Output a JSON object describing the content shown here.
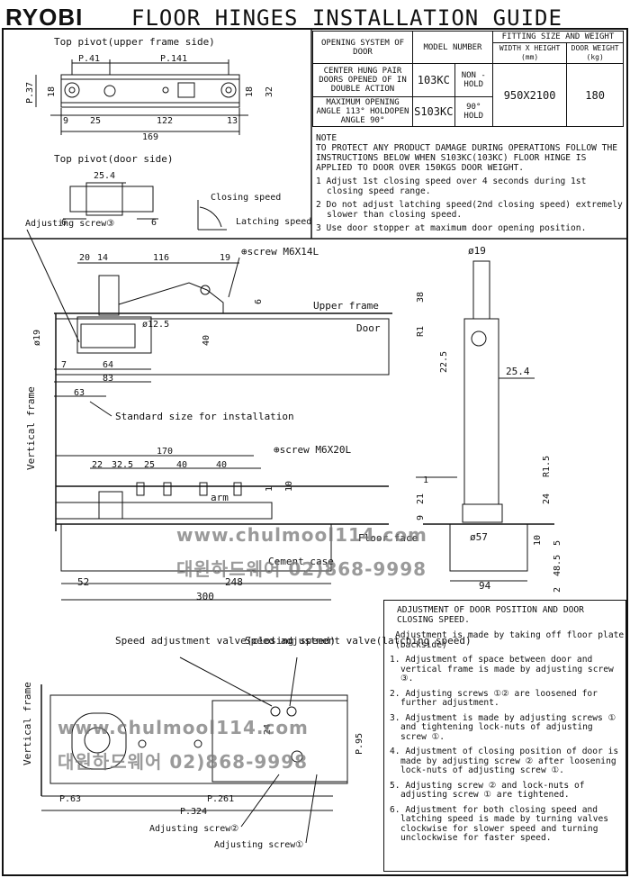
{
  "header": {
    "brand": "RYOBI",
    "title": "FLOOR HINGES INSTALLATION GUIDE"
  },
  "spec_table": {
    "h_opening": "OPENING SYSTEM OF DOOR",
    "h_model": "MODEL NUMBER",
    "h_fitting": "FITTING SIZE AND WEIGHT",
    "h_wh": "WIDTH X HEIGHT (mm)",
    "h_weight": "DOOR WEIGHT (kg)",
    "row1_desc": "CENTER HUNG PAIR DOORS OPENED OF IN DOUBLE ACTION",
    "row1_model": "103KC",
    "row1_hold": "NON -HOLD",
    "row2_desc": "MAXIMUM OPENING ANGLE 113° HOLDOPEN ANGLE 90°",
    "row2_model": "S103KC",
    "row2_hold": "90° HOLD",
    "size": "950X2100",
    "weight": "180"
  },
  "notes": {
    "heading": "NOTE",
    "p1": "TO PROTECT ANY PRODUCT DAMAGE DURING OPERATIONS FOLLOW THE INSTRUCTIONS BELOW WHEN S103KC(103KC) FLOOR HINGE IS APPLIED TO DOOR OVER 150KGS DOOR WEIGHT.",
    "i1": "1 Adjust 1st closing speed over 4 seconds during 1st closing speed range.",
    "i2": "2 Do not adjust latching speed(2nd closing speed) extremely slower than closing speed.",
    "i3": "3 Use door stopper at maximum door opening position."
  },
  "adjustment": {
    "title": "ADJUSTMENT OF DOOR POSITION AND DOOR CLOSING SPEED.",
    "sub": "Adjustment is made by taking off floor plate (backside)",
    "s1": "1. Adjustment of space between door and vertical frame is made by adjusting screw ③.",
    "s2": "2. Adjusting screws ①② are loosened for further adjustment.",
    "s3": "3. Adjustment is made by adjusting screws ① and tightening lock-nuts of adjusting screw ①.",
    "s4": "4. Adjustment of closing position of door is made by adjusting screw ② after loosening lock-nuts of adjusting screw ①.",
    "s5": "5. Adjusting screw ② and lock-nuts of adjusting screw ① are tightened.",
    "s6": "6. Adjustment for both closing speed and latching speed is made by turning valves clockwise for slower speed and turning unclockwise for faster speed."
  },
  "top_pivot_upper": {
    "title": "Top pivot(upper frame side)",
    "d_p41": "P.41",
    "d_p141": "P.141",
    "d_p37": "P.37",
    "d_18a": "18",
    "d_18b": "18",
    "d_32": "32",
    "d_9": "9",
    "d_25": "25",
    "d_122": "122",
    "d_13": "13",
    "d_169": "169"
  },
  "top_pivot_door": {
    "title": "Top pivot(door side)",
    "d_25_4": "25.4",
    "d_6a": "6",
    "d_6b": "6",
    "closing": "Closing speed",
    "latching": "Latching speed"
  },
  "front": {
    "adj3": "Adjusting screw③",
    "d_20": "20",
    "d_14": "14",
    "d_116": "116",
    "d_19": "19",
    "screw1": "⊕screw M6X14L",
    "upper_frame": "Upper frame",
    "door": "Door",
    "d_6": "6",
    "d_phi19": "ø19",
    "d_phi12_5": "ø12.5",
    "d_40": "40",
    "d_7": "7",
    "d_64": "64",
    "d_83": "83",
    "d_63": "63",
    "standard": "Standard size for installation",
    "vertical": "Vertical frame",
    "d_170": "170",
    "screw2": "⊕screw M6X20L",
    "d_22": "22",
    "d_32_5": "32.5",
    "d_25": "25",
    "d_40a": "40",
    "d_40b": "40",
    "d_1": "1",
    "d_10": "10",
    "arm": "arm",
    "floor_face": "Floor face",
    "cement": "Cement case",
    "d_52": "52",
    "d_248": "248",
    "d_300": "300"
  },
  "side": {
    "d_phi19": "ø19",
    "d_38": "38",
    "d_r1": "R1",
    "d_22_5": "22.5",
    "d_25_4": "25.4",
    "d_1": "1",
    "d_21": "21",
    "d_9": "9",
    "d_24": "24",
    "d_r1_5": "R1.5",
    "d_phi57": "ø57",
    "d_10": "10",
    "d_5": "5",
    "d_48_5": "48.5",
    "d_2": "2",
    "d_94": "94"
  },
  "plan": {
    "valve_closing": "Speed adjustment valve(closing speed)",
    "valve_latching": "Speed adjustment valve(latching speed)",
    "vertical": "Vertical frame",
    "d_p95": "P.95",
    "d_24": "24",
    "d_p63": "P.63",
    "d_p261": "P.261",
    "d_p324": "P.324",
    "adj2": "Adjusting screw②",
    "adj1": "Adjusting screw①"
  },
  "watermark": {
    "site": "www.chulmool114.com",
    "company": "대원하드웨어 02)868-9998"
  }
}
